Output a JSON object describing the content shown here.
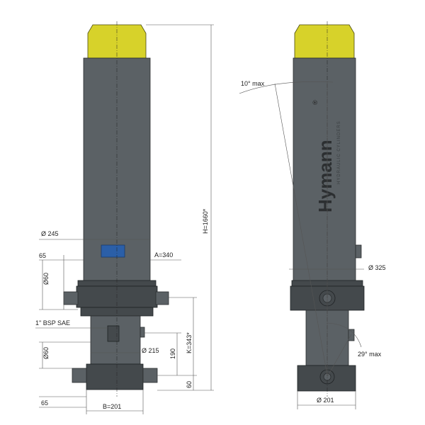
{
  "dimensions": {
    "diameter_245": "Ø 245",
    "a_340": "A=340",
    "h_1660": "H=1660*",
    "len_65_top": "65",
    "dia_60_top": "Ø60",
    "port_label": "1\" BSP SAE",
    "dia_60_bottom": "Ø60",
    "dia_215": "Ø 215",
    "len_190": "190",
    "k_343": "K=343*",
    "len_60": "60",
    "len_65_bottom": "65",
    "b_201": "B=201",
    "angle_10": "10° max",
    "dia_325": "Ø 325",
    "angle_29": "29° max",
    "dia_201": "Ø 201"
  },
  "brand": {
    "name": "Hymann",
    "registered": "®",
    "tagline": "HYDRAULIC CYLINDERS"
  },
  "colors": {
    "body": "#5b6165",
    "cap": "#d7d22a",
    "window": "#2b5fa8"
  }
}
